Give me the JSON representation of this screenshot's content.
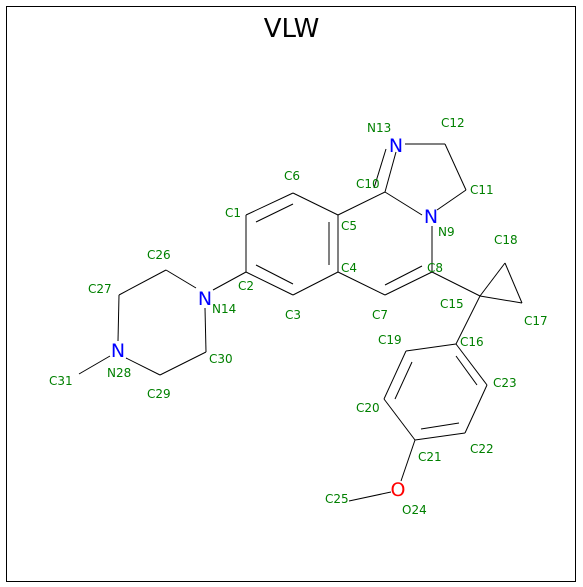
{
  "title": "VLW",
  "colors": {
    "bond": "#000000",
    "label": "#008000",
    "nitrogen": "#0000ff",
    "oxygen": "#ff0000"
  },
  "heteroatoms": {
    "N13": "N",
    "N9": "N",
    "N14": "N",
    "N28": "N",
    "O24": "O"
  },
  "labels": {
    "C1": "C1",
    "C2": "C2",
    "C3": "C3",
    "C4": "C4",
    "C5": "C5",
    "C6": "C6",
    "C7": "C7",
    "C8": "C8",
    "N9": "N9",
    "C10": "C10",
    "C11": "C11",
    "C12": "C12",
    "N13": "N13",
    "N14": "N14",
    "C15": "C15",
    "C16": "C16",
    "C17": "C17",
    "C18": "C18",
    "C19": "C19",
    "C20": "C20",
    "C21": "C21",
    "C22": "C22",
    "C23": "C23",
    "O24": "O24",
    "C25": "C25",
    "C26": "C26",
    "C27": "C27",
    "N28": "N28",
    "C29": "C29",
    "C30": "C30",
    "C31": "C31"
  }
}
